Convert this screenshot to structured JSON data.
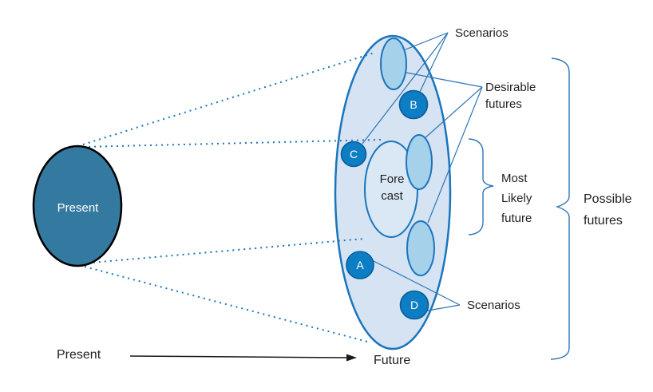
{
  "colors": {
    "present_fill": "#3479A0",
    "present_stroke": "#000000",
    "present_text": "#FFFFFF",
    "cone_fill": "#D5E3F3",
    "cone_stroke": "#1B75BC",
    "forecast_fill": "#DAE7F5",
    "small_ellipse_fill": "#A5D1EB",
    "scenario_circle_fill": "#0D7EC3",
    "scenario_circle_stroke": "#0A5C99",
    "pointer_line": "#2E75B6",
    "dotted_line": "#1B75BC",
    "arrow": "#1A1A1A",
    "text": "#1F1F1F"
  },
  "present_node": {
    "label": "Present"
  },
  "forecast": {
    "label": "Fore cast"
  },
  "labels": {
    "scenarios_top": "Scenarios",
    "desirable_futures": "Desirable futures",
    "most_likely_future": "Most Likely future",
    "possible_futures": "Possible futures",
    "scenarios_bottom": "Scenarios",
    "timeline_present": "Present",
    "timeline_future": "Future"
  },
  "scenario_points": [
    {
      "letter": "B"
    },
    {
      "letter": "C"
    },
    {
      "letter": "A"
    },
    {
      "letter": "D"
    }
  ]
}
